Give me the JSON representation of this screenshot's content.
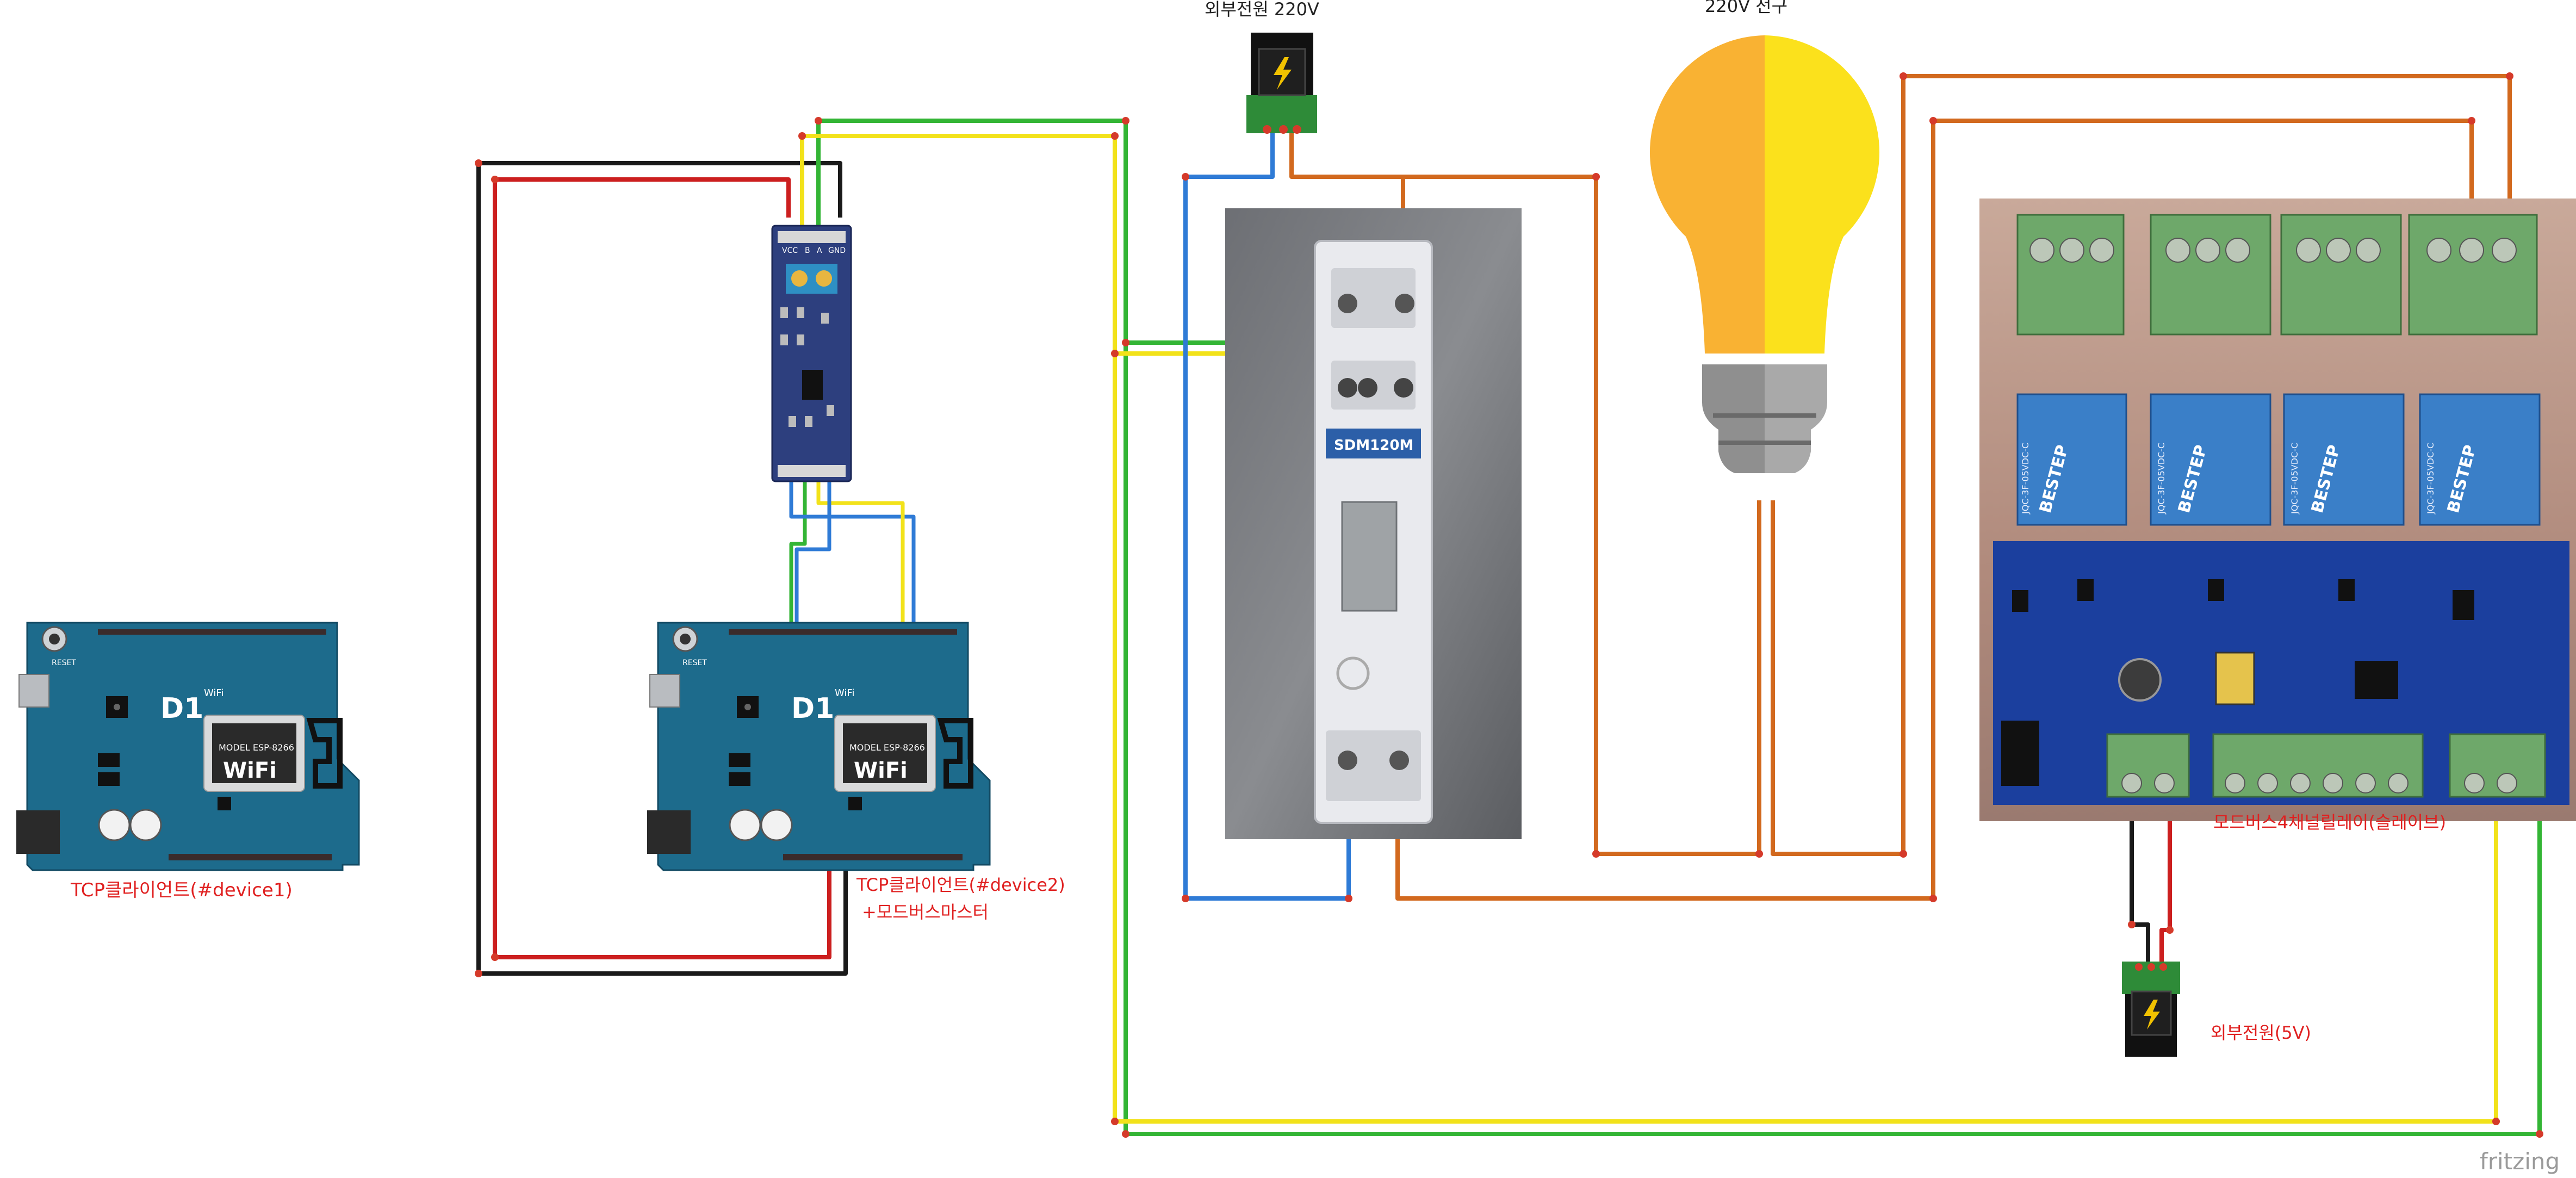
{
  "labels": {
    "device1": "TCP클라이언트(#device1)",
    "device2_line1": "TCP클라이언트(#device2)",
    "device2_line2": "+모드버스마스터",
    "power_220": "외부전원 220V",
    "bulb": "220V 전구",
    "relay": "모드버스4채널릴레이(슬레이브)",
    "power_5v": "외부전원(5V)",
    "watermark": "fritzing"
  },
  "board_text": {
    "d1": "D1",
    "mini_text": "WiFi",
    "reset": "RESET",
    "module_model": "MODEL ESP-8266",
    "rs485_pins": [
      "VCC",
      "B",
      "A",
      "GND"
    ],
    "meter_model": "SDM120M",
    "relay_brand": "BESTEP",
    "relay_model": "JQC-3F-05VDC-C"
  },
  "colors": {
    "board_blue": "#1d6b8c",
    "wire_red": "#cc1f1f",
    "wire_black": "#1a1a1a",
    "wire_yellow": "#f2e21a",
    "wire_green": "#33b535",
    "wire_blue": "#2f7bd6",
    "wire_orange": "#d2691e",
    "label_red": "#e02020"
  }
}
